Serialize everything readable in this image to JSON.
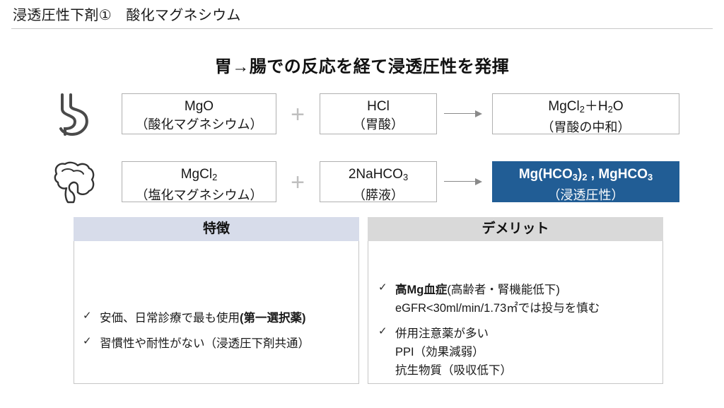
{
  "slide": {
    "title": "浸透圧性下剤①　酸化マグネシウム",
    "heading": "胃→腸での反応を経て浸透圧性を発揮"
  },
  "reaction": {
    "rows": [
      {
        "organ_icon": "stomach-icon",
        "reactant_a": {
          "formula": "MgO",
          "name": "（酸化マグネシウム）"
        },
        "operator": "＋",
        "reactant_b": {
          "formula": "HCl",
          "name": "（胃酸）"
        },
        "arrow": "→",
        "product": {
          "formula": "MgCl₂＋H₂O",
          "name": "（胃酸の中和）",
          "highlighted": false
        }
      },
      {
        "organ_icon": "intestine-icon",
        "reactant_a": {
          "formula": "MgCl₂",
          "name": "（塩化マグネシウム）"
        },
        "operator": "＋",
        "reactant_b": {
          "formula": "2NaHCO₃",
          "name": "（膵液）"
        },
        "arrow": "→",
        "product": {
          "formula": "Mg(HCO₃)₂ , MgHCO₃",
          "name": "（浸透圧性）",
          "highlighted": true
        }
      }
    ]
  },
  "panels": {
    "features": {
      "header": "特徴",
      "header_bg": "#D7DCEA",
      "items": [
        {
          "lines": [
            {
              "normal": "安価、日常診療で最も使用",
              "bold": "(第一選択薬)"
            }
          ]
        },
        {
          "lines": [
            {
              "normal": "習慣性や耐性がない（浸透圧下剤共通）",
              "bold": ""
            }
          ]
        }
      ]
    },
    "demerits": {
      "header": "デメリット",
      "header_bg": "#D9D9D9",
      "items": [
        {
          "lines": [
            {
              "bold": "高Mg血症",
              "normal": "(高齢者・腎機能低下)"
            },
            {
              "bold": "",
              "normal": "eGFR<30ml/min/1.73㎡では投与を慎む"
            }
          ]
        },
        {
          "lines": [
            {
              "bold": "",
              "normal": "併用注意薬が多い"
            },
            {
              "bold": "",
              "normal": "PPI（効果減弱）"
            },
            {
              "bold": "",
              "normal": "抗生物質（吸収低下）"
            }
          ]
        }
      ]
    }
  },
  "icons": {
    "check": "✓",
    "plus": "+"
  },
  "colors": {
    "highlight_blue": "#215D95",
    "features_header": "#D7DCEA",
    "demerits_header": "#D9D9D9",
    "organ_stroke": "#4A4A4A",
    "box_border": "#b0b0b0"
  }
}
